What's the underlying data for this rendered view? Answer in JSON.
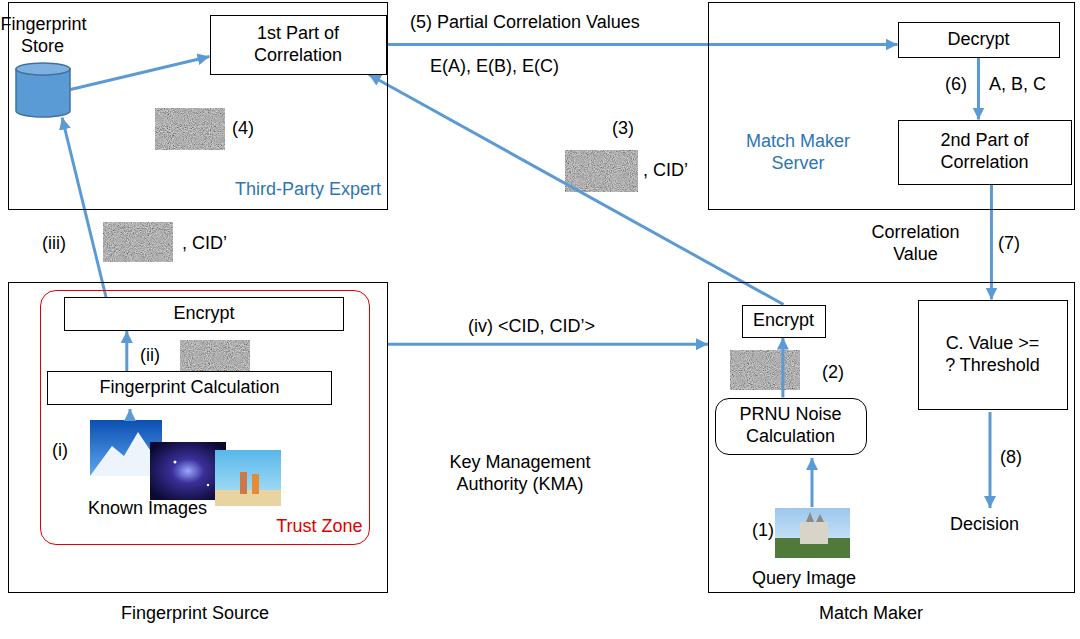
{
  "diagram": {
    "nodes": [
      {
        "text": [
          "Third-Party Expert"
        ]
      },
      {
        "text": [
          "1st Part of Correlation"
        ],
        "in": 0
      },
      {
        "text": [
          "Fingerprint Store"
        ],
        "in": 0
      },
      {
        "text": [
          "Match Maker Server"
        ]
      },
      {
        "text": [
          "Decrypt"
        ],
        "in": 3
      },
      {
        "text": [
          "2nd Part of Correlation"
        ],
        "in": 3
      },
      {
        "text": [
          "Fingerprint Source"
        ]
      },
      {
        "text": [
          "Trust Zone"
        ],
        "in": 6
      },
      {
        "text": [
          "Encrypt"
        ],
        "in": 7
      },
      {
        "text": [
          "Fingerprint Calculation"
        ],
        "in": 7
      },
      {
        "text": [
          "Match Maker"
        ]
      },
      {
        "text": [
          "Encrypt"
        ],
        "in": 10
      },
      {
        "text": [
          "PRNU Noise Calculation"
        ],
        "in": 10
      },
      {
        "text": [
          "C. Value >= ? Threshold"
        ],
        "in": 10
      }
    ],
    "edges": [
      {
        "from": 2,
        "to": 1,
        "arrow": "to"
      },
      {
        "from": 1,
        "to": 4,
        "arrow": "to",
        "label": "(5) Partial Correlation Values"
      },
      {
        "from": 4,
        "to": 5,
        "arrow": "to",
        "label": "A, B, C"
      },
      {
        "from": 5,
        "to": 13,
        "arrow": "to",
        "label": "Correlation Value"
      },
      {
        "from": 11,
        "to": 1,
        "arrow": "to"
      },
      {
        "from": 12,
        "to": 11,
        "arrow": "to"
      },
      {
        "from": 8,
        "to": 2,
        "arrow": "to"
      },
      {
        "from": 9,
        "to": 8,
        "arrow": "to"
      },
      {
        "from": 6,
        "to": 10,
        "arrow": "to",
        "label": "(iv) <CID, CID’>"
      }
    ],
    "labels": [
      "(4)",
      "E(A), E(B), E(C)",
      "(6)",
      "(7)",
      "(3)",
      ", CID’",
      "(iii)",
      ", CID’",
      "(ii)",
      "(i)",
      "Known Images",
      "Key Management Authority (KMA)",
      "(2)",
      "(1)",
      "Query Image",
      "(8)",
      "Decision"
    ]
  }
}
